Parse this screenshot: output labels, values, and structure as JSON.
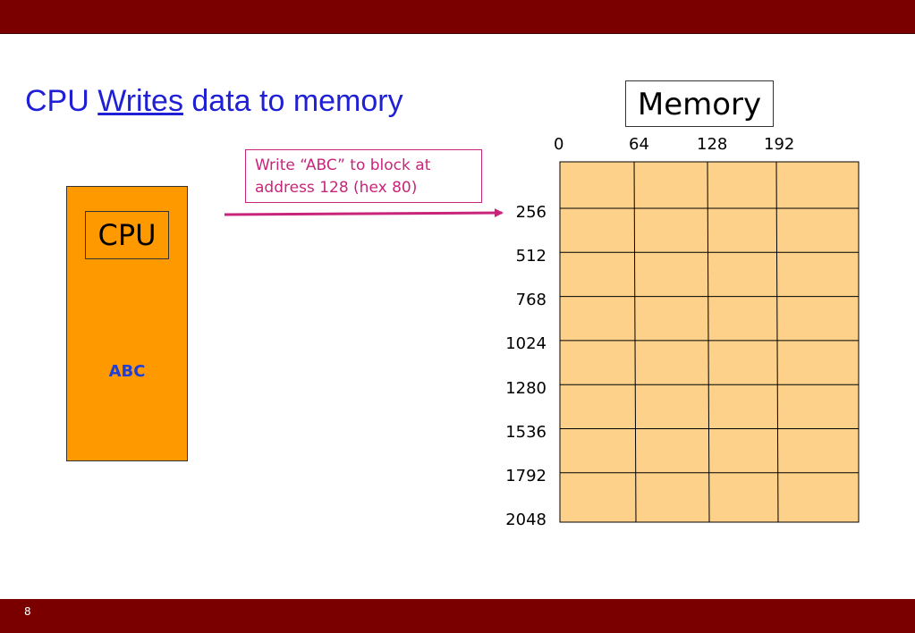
{
  "slide": {
    "title_prefix": "CPU ",
    "title_underlined": "Writes",
    "title_suffix": " data to memory",
    "page_number": "8"
  },
  "memory": {
    "label": "Memory",
    "column_labels": [
      "0",
      "64",
      "128",
      "192"
    ],
    "row_labels": [
      "256",
      "512",
      "768",
      "1024",
      "1280",
      "1536",
      "1792",
      "2048"
    ],
    "rows": 8,
    "columns": 4,
    "cell_color": "#fdd18a"
  },
  "cpu": {
    "label": "CPU",
    "data": "ABC",
    "color": "#ff9900",
    "data_color": "#1f3fd6"
  },
  "note": {
    "line1": "Write “ABC” to block at",
    "line2": "address 128 (hex 80)",
    "color": "#c8257a"
  },
  "theme": {
    "bar_color": "#7a0000",
    "title_color": "#1f1fd6"
  }
}
